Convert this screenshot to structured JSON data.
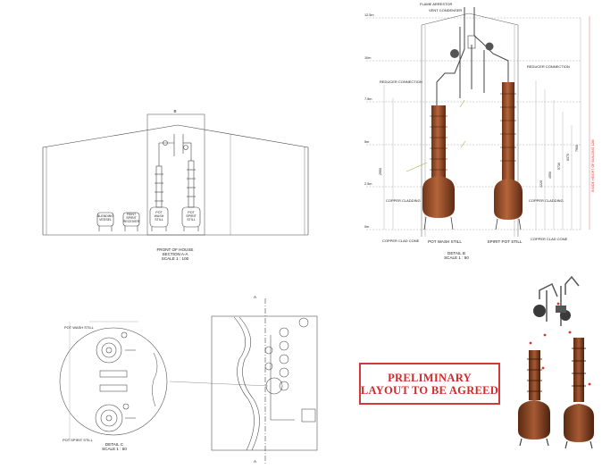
{
  "section_aa": {
    "marker_b": "B",
    "vessel_labels": [
      "BLENDING\nVESSEL",
      "FEINT\nSPIRIT\nRECEIVER",
      "POT\nWASH\nSTILL",
      "POT\nSPIRIT\nSTILL"
    ],
    "title": "FRONT OF HOUSE",
    "subtitle": "SECTION A-A",
    "scale": "SCALE 1 : 100"
  },
  "detail_b": {
    "callouts": {
      "flame_arrestor": "FLAME ARRESTOR",
      "vent_condenser": "VENT CONDENSER",
      "reducer_connection_left": "REDUCER CONNECTION",
      "reducer_connection_right": "REDUCER CONNECTION",
      "copper_cladding_left": "COPPER CLADDING",
      "copper_cladding_right": "COPPER CLADDING",
      "copper_clad_cone_left": "COPPER CLAD CONE",
      "copper_clad_cone_right": "COPPER CLAD CONE"
    },
    "level_labels": [
      "12.5m",
      "10m",
      "7.5m",
      "5m",
      "2.5m",
      "0m"
    ],
    "height_dims": [
      "7900",
      "6370",
      "5730",
      "4550",
      "4220",
      "2950"
    ],
    "side_note": "INSIDE HEIGHT OF BUILDING 12M",
    "still_labels": [
      "POT WASH STILL",
      "SPIRIT POT STILL"
    ],
    "title": "DETAIL B",
    "scale": "SCALE 1 : 50"
  },
  "detail_c": {
    "labels": [
      "POT WASH STILL",
      "POT SPIRIT STILL"
    ],
    "marker_a": "A",
    "title": "DETAIL C",
    "scale": "SCALE 1 : 50"
  },
  "stamp": {
    "line1": "PRELIMINARY",
    "line2": "LAYOUT TO BE AGREED"
  },
  "colors": {
    "copper": "#a0522d",
    "copper_dark": "#6e3419",
    "line": "#333333",
    "dim": "#9a9a9a",
    "stamp_red": "#d32a2a",
    "leader_green": "#9ab83a"
  }
}
